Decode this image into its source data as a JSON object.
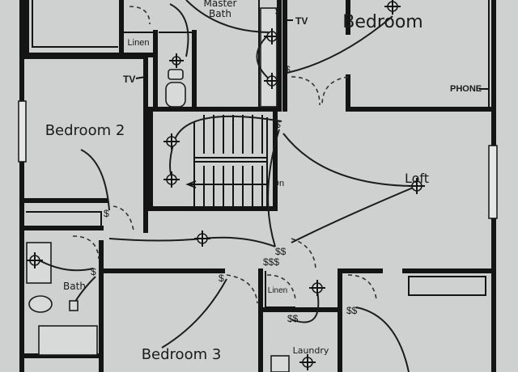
{
  "rooms": {
    "master_bath": "Master\nBath",
    "bedroom_top": "Bedroom",
    "bedroom_2": "Bedroom 2",
    "loft": "Loft",
    "bath": "Bath",
    "bedroom_3": "Bedroom 3",
    "laundry": "Laundry",
    "linen_top": "Linen",
    "linen_mid": "Linen"
  },
  "annotations": {
    "tv_master": "TV",
    "tv_bedroom2": "TV",
    "phone": "PHONE",
    "stairs_dn": "Dn"
  },
  "switch_marks": {
    "s_top": "$",
    "s_stair_a": "$",
    "s_stair_b": "$",
    "s_bed2": "$",
    "s_hall": "$$$",
    "s_bath": "$",
    "s_bed3": "$",
    "s_laundry": "$$",
    "s_right": "$$",
    "s_hall2": "$$"
  }
}
